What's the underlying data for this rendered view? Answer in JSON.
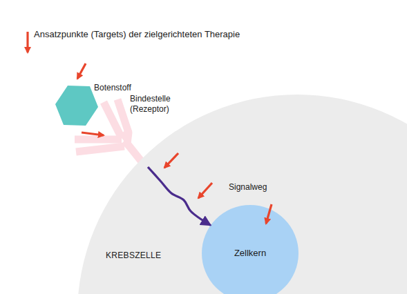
{
  "diagram": {
    "nodes": [
      {
        "text": [
          "Botenstoff"
        ]
      },
      {
        "text": [
          "Bindestelle (Rezeptor)"
        ]
      },
      {
        "text": [
          "KREBSZELLE"
        ]
      },
      {
        "text": [
          "Zellkern"
        ],
        "in": 2
      }
    ],
    "edges": [
      {
        "from": 1,
        "to": 3,
        "arrow": "to",
        "label": "Signalweg"
      }
    ],
    "legend": [
      {
        "text": "Ansatzpunkte (Targets) der zielgerichteten Therapie"
      }
    ]
  }
}
